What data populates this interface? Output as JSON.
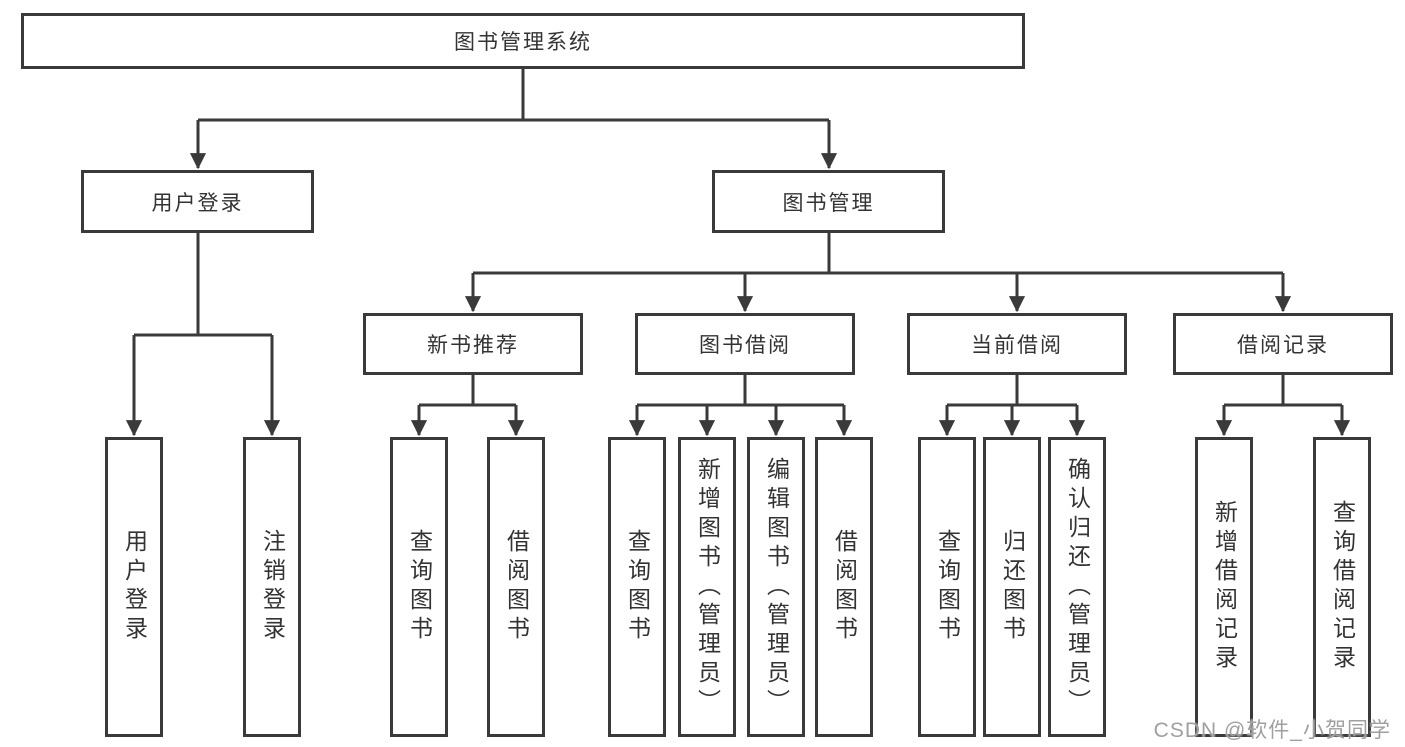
{
  "nodes": {
    "root": {
      "label": "图书管理系统"
    },
    "user_login": {
      "label": "用户登录"
    },
    "book_mgmt": {
      "label": "图书管理"
    },
    "new_books": {
      "label": "新书推荐"
    },
    "book_borrow": {
      "label": "图书借阅"
    },
    "current_borrow": {
      "label": "当前借阅"
    },
    "borrow_records": {
      "label": "借阅记录"
    }
  },
  "leaves": {
    "user_login": [
      "用户登录",
      "注销登录"
    ],
    "new_books": [
      "查询图书",
      "借阅图书"
    ],
    "book_borrow": [
      "查询图书",
      "新增图书（管理员）",
      "编辑图书（管理员）",
      "借阅图书"
    ],
    "current_borrow": [
      "查询图书",
      "归还图书",
      "确认归还（管理员）"
    ],
    "borrow_records": [
      "新增借阅记录",
      "查询借阅记录"
    ]
  },
  "watermark": {
    "text": "CSDN @软件_小贺同学"
  },
  "colors": {
    "line": "#3a3a3a",
    "text": "#333333",
    "watermark": "#9f9f9f",
    "background": "#ffffff"
  }
}
